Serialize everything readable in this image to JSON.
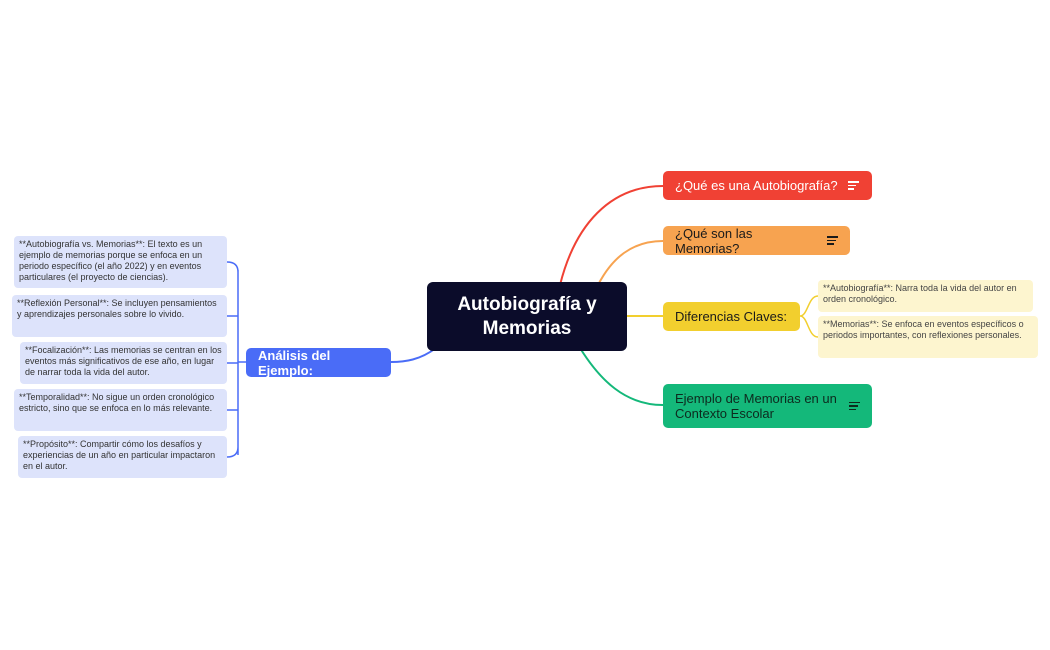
{
  "central": {
    "title": "Autobiografía y Memorias"
  },
  "branches": {
    "autobiografia": {
      "label": "¿Qué es una Autobiografía?"
    },
    "memorias": {
      "label": "¿Qué son las Memorias?"
    },
    "diferencias": {
      "label": "Diferencias Claves:"
    },
    "ejemplo": {
      "label": "Ejemplo de Memorias en un Contexto Escolar"
    },
    "analisis": {
      "label": "Análisis del Ejemplo:"
    }
  },
  "diferencias_items": [
    "**Autobiografía**: Narra toda la vida del autor en orden cronológico.",
    "**Memorias**: Se enfoca en eventos específicos o periodos importantes, con reflexiones personales."
  ],
  "analisis_items": [
    "**Autobiografía vs. Memorias**: El texto es un ejemplo de memorias porque se enfoca en un periodo específico (el año 2022) y en eventos particulares (el proyecto de ciencias).",
    "**Reflexión Personal**: Se incluyen pensamientos y aprendizajes personales sobre lo vivido.",
    "**Focalización**: Las memorias se centran en los eventos más significativos de ese año, en lugar de narrar toda la vida del autor.",
    "**Temporalidad**: No sigue un orden cronológico estricto, sino que se enfoca en lo más relevante.",
    "**Propósito**: Compartir cómo los desafíos y experiencias de un año en particular impactaron en el autor."
  ],
  "colors": {
    "central": "#0b0c2a",
    "autobiografia": "#f04134",
    "memorias": "#f7a350",
    "diferencias": "#f2cf2e",
    "ejemplo": "#14b87a",
    "analisis": "#4a6cf7"
  },
  "icons": {
    "notes": "notes-icon"
  }
}
